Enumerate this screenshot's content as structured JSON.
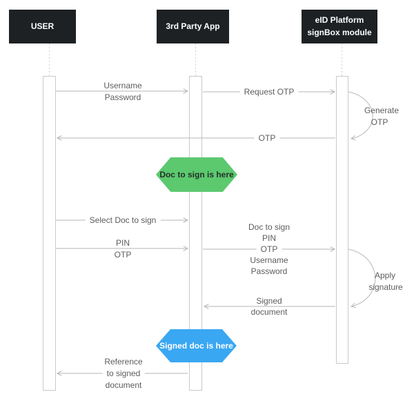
{
  "actors": {
    "user": {
      "label": "USER"
    },
    "third_party": {
      "label": "3rd Party App"
    },
    "eid": {
      "line1": "eID Platform",
      "line2": "signBox module"
    }
  },
  "messages": {
    "login": {
      "line1": "Username",
      "line2": "Password"
    },
    "request_otp": {
      "label": "Request OTP"
    },
    "generate_otp": {
      "line1": "Generate",
      "line2": "OTP"
    },
    "otp_return": {
      "label": "OTP"
    },
    "select_doc": {
      "label": "Select Doc to sign"
    },
    "pin_otp": {
      "line1": "PIN",
      "line2": "OTP"
    },
    "sign_request": {
      "line1": "Doc to sign",
      "line2": "PIN",
      "line3": "OTP",
      "line4": "Username",
      "line5": "Password"
    },
    "apply_signature": {
      "line1": "Apply",
      "line2": "signature"
    },
    "signed_document": {
      "line1": "Signed",
      "line2": "document"
    },
    "reference": {
      "line1": "Reference",
      "line2": "to signed",
      "line3": "document"
    }
  },
  "notes": {
    "doc_to_sign": {
      "label": "Doc to sign is here",
      "color": "#5cc96f"
    },
    "signed_doc": {
      "label": "Signed doc is here",
      "color": "#3aa7f2"
    }
  },
  "colors": {
    "actor_bg": "#1e2124",
    "actor_text": "#ffffff",
    "arrow_line": "#b6b6b6",
    "label_text": "#5b5c5e",
    "note_green": "#5cc96f",
    "note_blue": "#3aa7f2"
  }
}
